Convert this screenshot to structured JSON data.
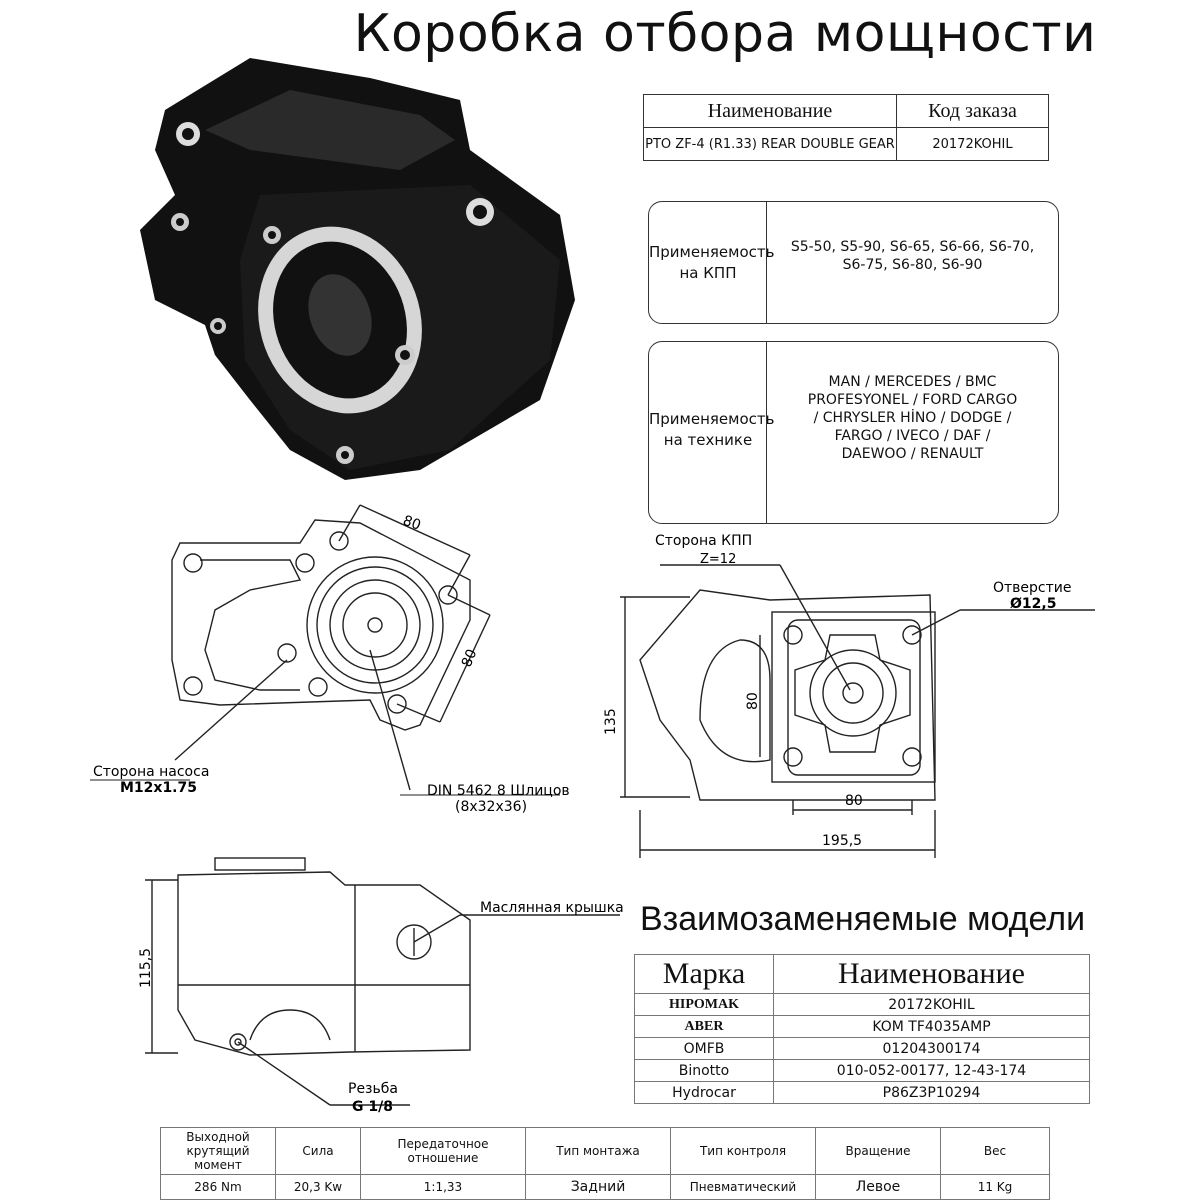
{
  "title": "Коробка отбора мощности",
  "order": {
    "headers": [
      "Наименование",
      "Код заказа"
    ],
    "name": "PTO ZF-4 (R1.33) REAR DOUBLE GEAR",
    "code": "20172KOHIL"
  },
  "gearbox": {
    "label_line1": "Применяемость",
    "label_line2": "на КПП",
    "value_line1": "S5-50, S5-90, S6-65, S6-66, S6-70,",
    "value_line2": "S6-75, S6-80, S6-90"
  },
  "vehicles": {
    "label_line1": "Применяемость",
    "label_line2": "на  технике",
    "lines": [
      "MAN / MERCEDES / BMC",
      "PROFESYONEL / FORD CARGO",
      "/ CHRYSLER HİNO / DODGE /",
      "FARGO / IVECO / DAF /",
      "DAEWOO / RENAULT"
    ]
  },
  "drawing": {
    "dim_80_top": "80",
    "dim_80_side": "80",
    "gear_side": "Сторона КПП",
    "z": "Z=12",
    "hole_label": "Отверстие",
    "hole_value": "Ø12,5",
    "pump_side": "Сторона насоса",
    "pump_thread": "M12x1.75",
    "splines_line1": "DIN 5462 8 Шлицов",
    "splines_line2": "(8x32x36)",
    "dim_135": "135",
    "dim_80_v": "80",
    "dim_80_h": "80",
    "dim_195": "195,5",
    "dim_115": "115,5",
    "oil_cap": "Маслянная крышка",
    "thread_label": "Резьба",
    "thread_value": "G 1/8"
  },
  "models": {
    "title": "Взаимозаменяемые модели",
    "headers": [
      "Марка",
      "Наименование"
    ],
    "rows": [
      [
        "HIPOMAK",
        "20172KOHIL"
      ],
      [
        "ABER",
        "KOM TF4035AMP"
      ],
      [
        "OMFB",
        "01204300174"
      ],
      [
        "Binotto",
        "010-052-00177,  12-43-174"
      ],
      [
        "Hydrocar",
        "P86Z3P10294"
      ]
    ]
  },
  "specs": {
    "headers": [
      "Выходной крутящий момент",
      "Сила",
      "Передаточное отношение",
      "Тип монтажа",
      "Тип контроля",
      "Вращение",
      "Вес"
    ],
    "values": [
      "286 Nm",
      "20,3 Kw",
      "1:1,33",
      "Задний",
      "Пневматический",
      "Левое",
      "11 Kg"
    ]
  }
}
